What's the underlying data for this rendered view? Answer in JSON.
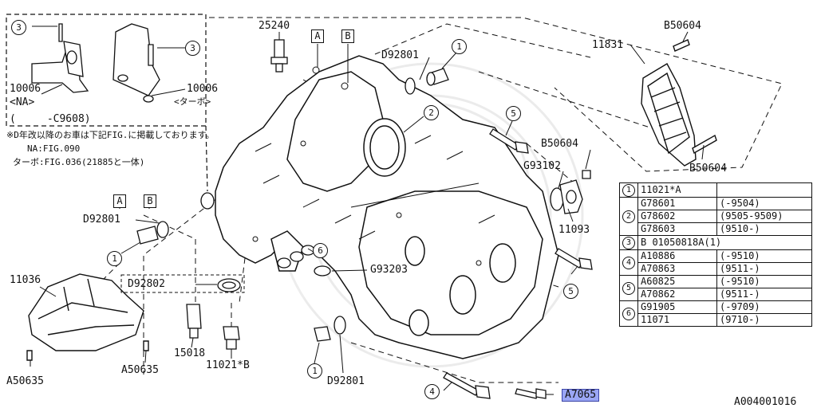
{
  "inset": {
    "callout_3a": "3",
    "callout_3b": "3",
    "part_left": "10006",
    "part_left_variant": "<NA>",
    "part_right": "10006",
    "part_right_variant": "<ターボ>",
    "range": "(　　　-C9608)",
    "note_line1": "※D年改以降のお車は下記FIG.に掲載しております。",
    "note_line2": "NA:FIG.090",
    "note_line3": "ターボ:FIG.036(21885と一体)"
  },
  "refs": {
    "a": "A",
    "b": "B"
  },
  "labels": {
    "p25240": "25240",
    "d92801_top": "D92801",
    "d92801_left": "D92801",
    "d92802": "D92802",
    "d92801_bottom": "D92801",
    "p11036": "11036",
    "a50635_left": "A50635",
    "a50635_right": "A50635",
    "p15018": "15018",
    "p11021b": "11021*B",
    "g93203": "G93203",
    "g93102": "G93102",
    "p11093": "11093",
    "b50604_mid": "B50604",
    "p11831": "11831",
    "b50604_top": "B50604",
    "b50604_bot": "B50604",
    "a7065": "A7065",
    "figure_code": "A004001016"
  },
  "callouts": {
    "c1_top": "1",
    "c2": "2",
    "c5_top": "5",
    "c1_left": "1",
    "c6": "6",
    "c5_right": "5",
    "c1_bottom": "1",
    "c4": "4"
  },
  "parts_table": {
    "r1": {
      "idx": "1",
      "code": "11021*A",
      "range": ""
    },
    "r2a": {
      "idx": "2",
      "code": "G78601",
      "from": "(",
      "to": "-9504)"
    },
    "r2b": {
      "code": "G78602",
      "from": "(9505-9509)",
      "to": ""
    },
    "r2c": {
      "code": "G78603",
      "from": "(9510-",
      "to": ")"
    },
    "r3": {
      "idx": "3",
      "text": "B 01050818A(1)"
    },
    "r4a": {
      "idx": "4",
      "code": "A10886",
      "from": "(",
      "to": "-9510)"
    },
    "r4b": {
      "code": "A70863",
      "from": "(9511-",
      "to": ")"
    },
    "r5a": {
      "idx": "5",
      "code": "A60825",
      "from": "(",
      "to": "-9510)"
    },
    "r5b": {
      "code": "A70862",
      "from": "(9511-",
      "to": ")"
    },
    "r6a": {
      "idx": "6",
      "code": "G91905",
      "from": "(",
      "to": "-9709)"
    },
    "r6b": {
      "code": "11071",
      "from": "(9710-",
      "to": ")"
    }
  }
}
